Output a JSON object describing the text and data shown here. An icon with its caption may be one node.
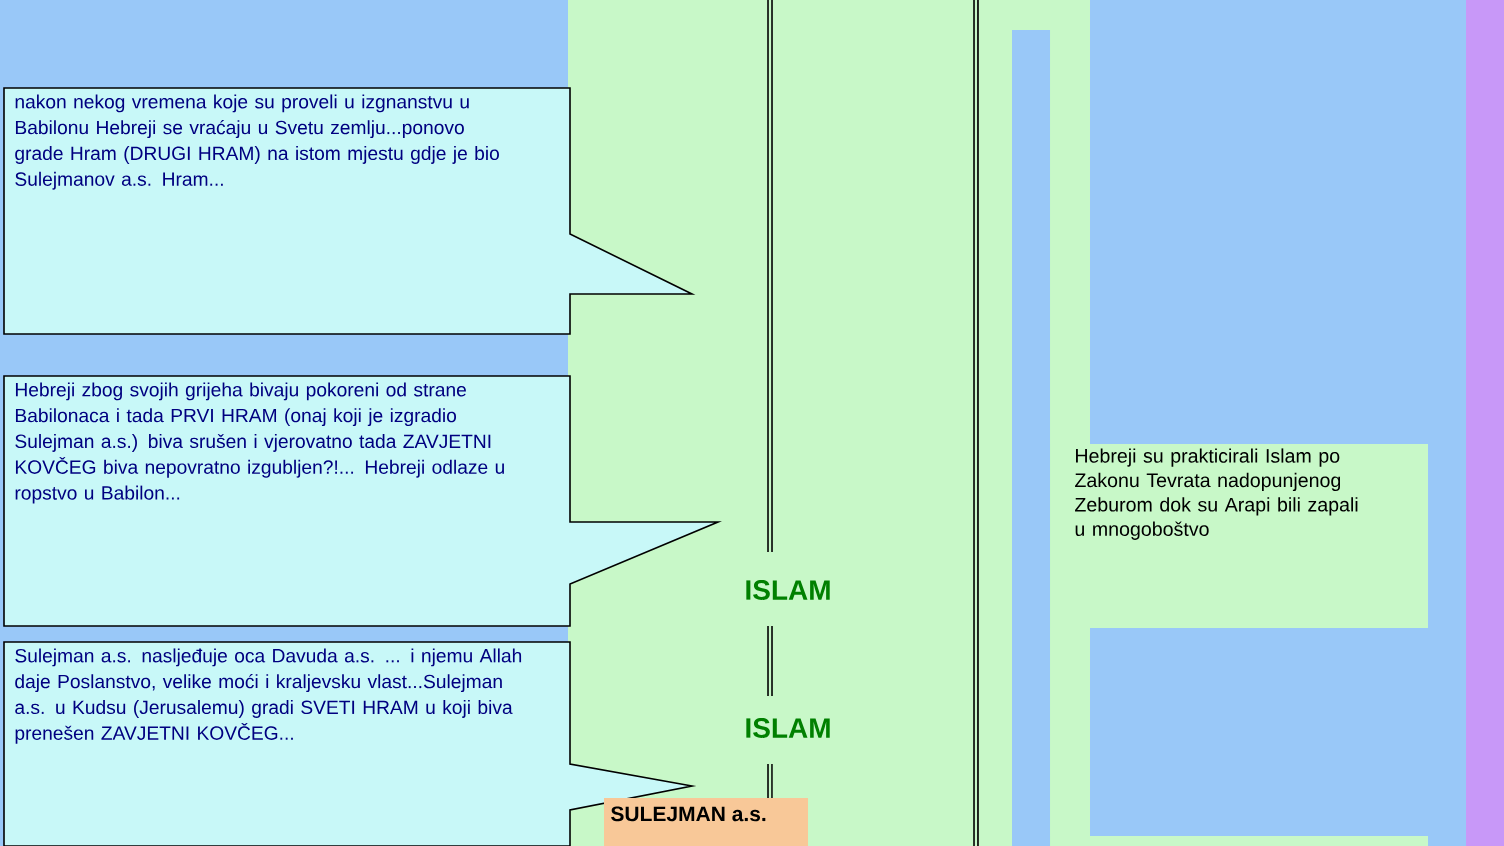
{
  "diagram": {
    "nodes": [
      {
        "text": [
          "nakon nekog vremena koje su proveli u izgnanstvu u Babilonu Hebreji se vraćaju u Svetu zemlju...ponovo grade Hram (DRUGI HRAM) na istom mjestu gdje je bio Sulejmanov a.s. Hram..."
        ]
      },
      {
        "text": [
          "Hebreji zbog svojih grijeha bivaju pokoreni od strane Babilonaca i tada PRVI HRAM (onaj koji je izgradio Sulejman a.s.) biva srušen i vjerovatno tada ZAVJETNI KOVČEG biva nepovratno izgubljen?!... Hebreji odlaze u ropstvo u Babilon..."
        ]
      },
      {
        "text": [
          "Sulejman a.s. nasljeđuje oca Davuda a.s. ... i njemu Allah daje Poslanstvo, velike moći i kraljevsku vlast...Sulejman a.s. u Kudsu (Jerusalemu) gradi SVETI HRAM u koji biva prenešen ZAVJETNI KOVČEG..."
        ]
      },
      {
        "text": [
          "SULEJMAN a.s."
        ]
      },
      {
        "text": [
          "Hebreji su prakticirali Islam po Zakonu Tevrata nadopunjenog Zeburom dok su Arapi bili zapali u mnogoboštvo"
        ]
      },
      {
        "text": [],
        "shape": "bar"
      }
    ],
    "labels": [
      "ISLAM",
      "ISLAM"
    ]
  }
}
